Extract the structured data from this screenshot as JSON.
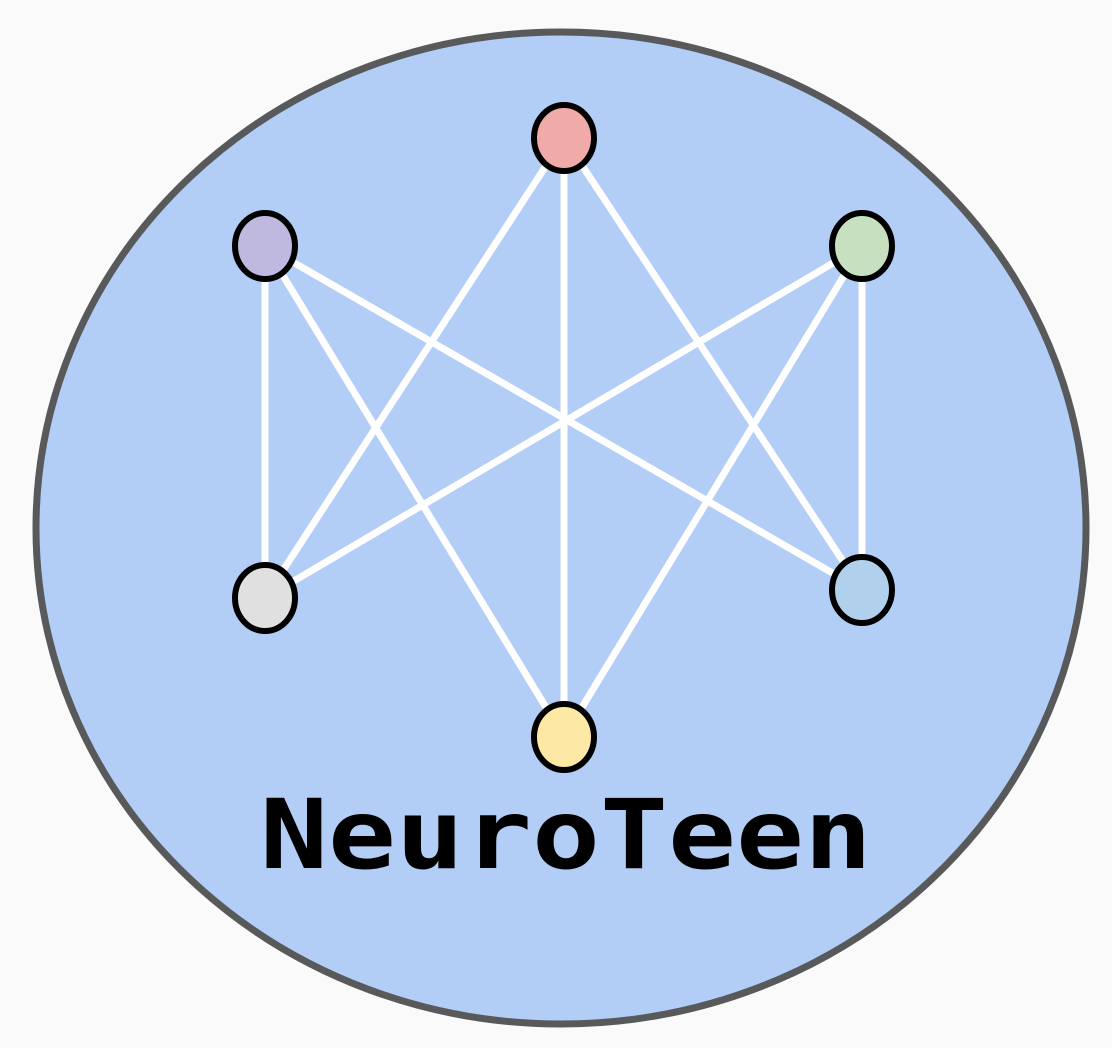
{
  "logo": {
    "wordmark": "NeuroTeen",
    "colors": {
      "background": "#fafafa",
      "badge_fill": "#b3cef6",
      "badge_border": "#58595b",
      "edge": "#ffffff",
      "node_outline": "#000000",
      "wordmark": "#000000"
    },
    "nodes": [
      {
        "name": "top",
        "color": "#f0aaa8"
      },
      {
        "name": "upper-left",
        "color": "#c0b9df"
      },
      {
        "name": "upper-right",
        "color": "#c6e0c0"
      },
      {
        "name": "lower-left",
        "color": "#e0e0e0"
      },
      {
        "name": "lower-right",
        "color": "#b0d0ec"
      },
      {
        "name": "bottom",
        "color": "#fde8a6"
      }
    ],
    "edges": [
      [
        "top",
        "lower-left"
      ],
      [
        "top",
        "lower-right"
      ],
      [
        "top",
        "bottom"
      ],
      [
        "upper-left",
        "lower-left"
      ],
      [
        "upper-left",
        "lower-right"
      ],
      [
        "upper-left",
        "bottom"
      ],
      [
        "upper-right",
        "lower-left"
      ],
      [
        "upper-right",
        "lower-right"
      ],
      [
        "upper-right",
        "bottom"
      ]
    ]
  }
}
